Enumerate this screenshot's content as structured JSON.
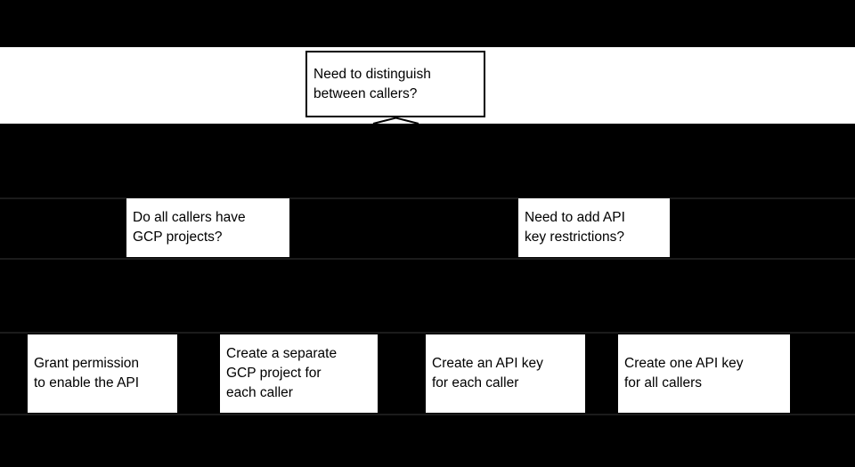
{
  "page": {
    "background": "#000000",
    "band_color": "#ffffff",
    "row_line_color": "#1b1b1b"
  },
  "flowchart": {
    "root": {
      "label": "Need to distinguish\nbetween callers?"
    },
    "questions": [
      {
        "label": "Do all callers have\nGCP projects?"
      },
      {
        "label": "Need to add API\nkey restrictions?"
      }
    ],
    "answers": [
      {
        "label": "Grant permission\nto enable the API"
      },
      {
        "label": "Create a separate\nGCP project for\neach caller"
      },
      {
        "label": "Create an API key\nfor each caller"
      },
      {
        "label": "Create one API key\nfor all callers"
      }
    ],
    "colors": {
      "node_fill": "#ffffff",
      "node_border": "#000000",
      "node_text": "#000000",
      "connector_line": "#000000"
    }
  }
}
